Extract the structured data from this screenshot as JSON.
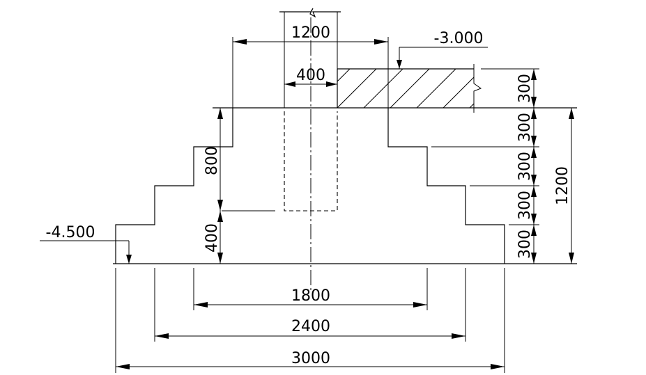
{
  "dimensions": {
    "top_width": "1200",
    "column_width": "400",
    "elev_top": "-3.000",
    "elev_bottom": "-4.500",
    "depth_upper": "800",
    "depth_lower": "400",
    "step_heights": [
      "300",
      "300",
      "300",
      "300",
      "300"
    ],
    "total_height": "1200",
    "width_1800": "1800",
    "width_2400": "2400",
    "width_3000": "3000"
  }
}
